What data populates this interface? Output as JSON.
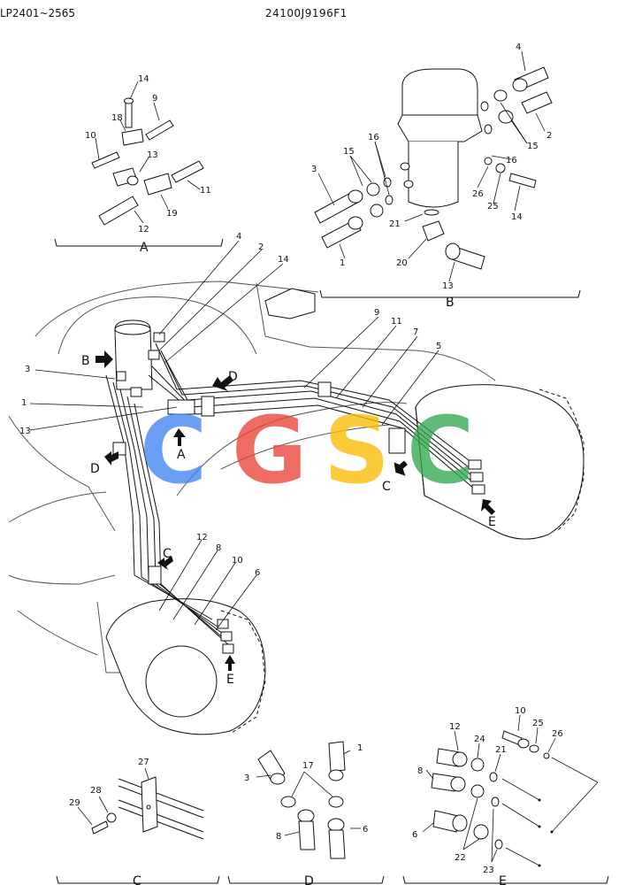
{
  "header": {
    "serial_range": "LP2401~2565",
    "drawing_number": "24100J9196F1"
  },
  "watermark": {
    "text": "CGSC",
    "colors": [
      "#4285F4",
      "#EA4335",
      "#FBBC05",
      "#34A853"
    ]
  },
  "details": {
    "A": {
      "label": "A",
      "parts": [
        "14",
        "9",
        "18",
        "10",
        "13",
        "11",
        "12",
        "19"
      ]
    },
    "B": {
      "label": "B",
      "parts": [
        "4",
        "2",
        "15",
        "16",
        "3",
        "15",
        "16",
        "26",
        "25",
        "14",
        "21",
        "1",
        "20",
        "13"
      ]
    },
    "C": {
      "label": "C",
      "parts": [
        "27",
        "28",
        "29"
      ]
    },
    "D": {
      "label": "D",
      "parts": [
        "1",
        "17",
        "3",
        "8",
        "6"
      ]
    },
    "E": {
      "label": "E",
      "parts": [
        "10",
        "25",
        "26",
        "12",
        "24",
        "21",
        "8",
        "6",
        "22",
        "23"
      ]
    }
  },
  "main_view": {
    "callouts_top": [
      "4",
      "2",
      "14",
      "9",
      "11",
      "7",
      "5"
    ],
    "callouts_left": [
      "3",
      "1",
      "13"
    ],
    "callouts_bottom": [
      "12",
      "8",
      "10",
      "6"
    ],
    "view_arrows": [
      "A",
      "B",
      "C",
      "C",
      "D",
      "D",
      "E",
      "E"
    ]
  }
}
